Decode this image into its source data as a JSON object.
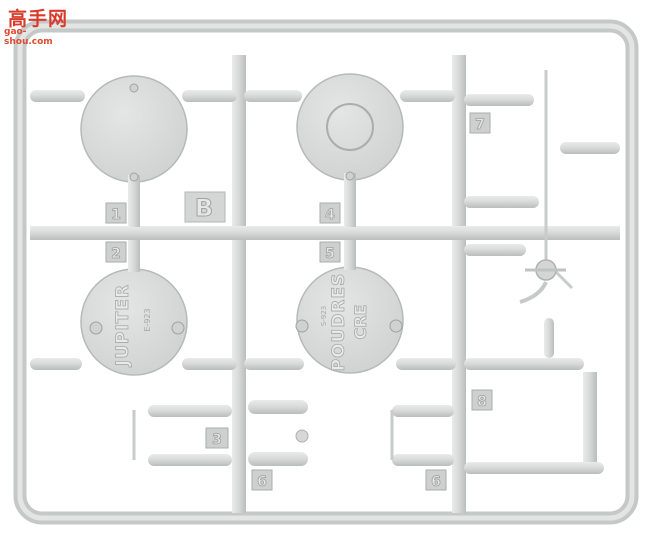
{
  "watermark": {
    "site_name": "高手网",
    "site_url": "gao-shou.com"
  },
  "sprue": {
    "letter": "B",
    "part_numbers": [
      "1",
      "2",
      "4",
      "5",
      "7",
      "3",
      "6",
      "8",
      "6"
    ],
    "lid_markings": [
      {
        "brand": "JUPITER",
        "code": "E-923"
      },
      {
        "brand": "POUDRES",
        "sub": "CRE",
        "code": "S-923"
      }
    ]
  },
  "colors": {
    "plastic": "#d9dcdb",
    "plastic_shade": "#bfc3c2",
    "plastic_edge": "#a9adac",
    "background": "#ffffff",
    "watermark": "#d83a2b"
  }
}
